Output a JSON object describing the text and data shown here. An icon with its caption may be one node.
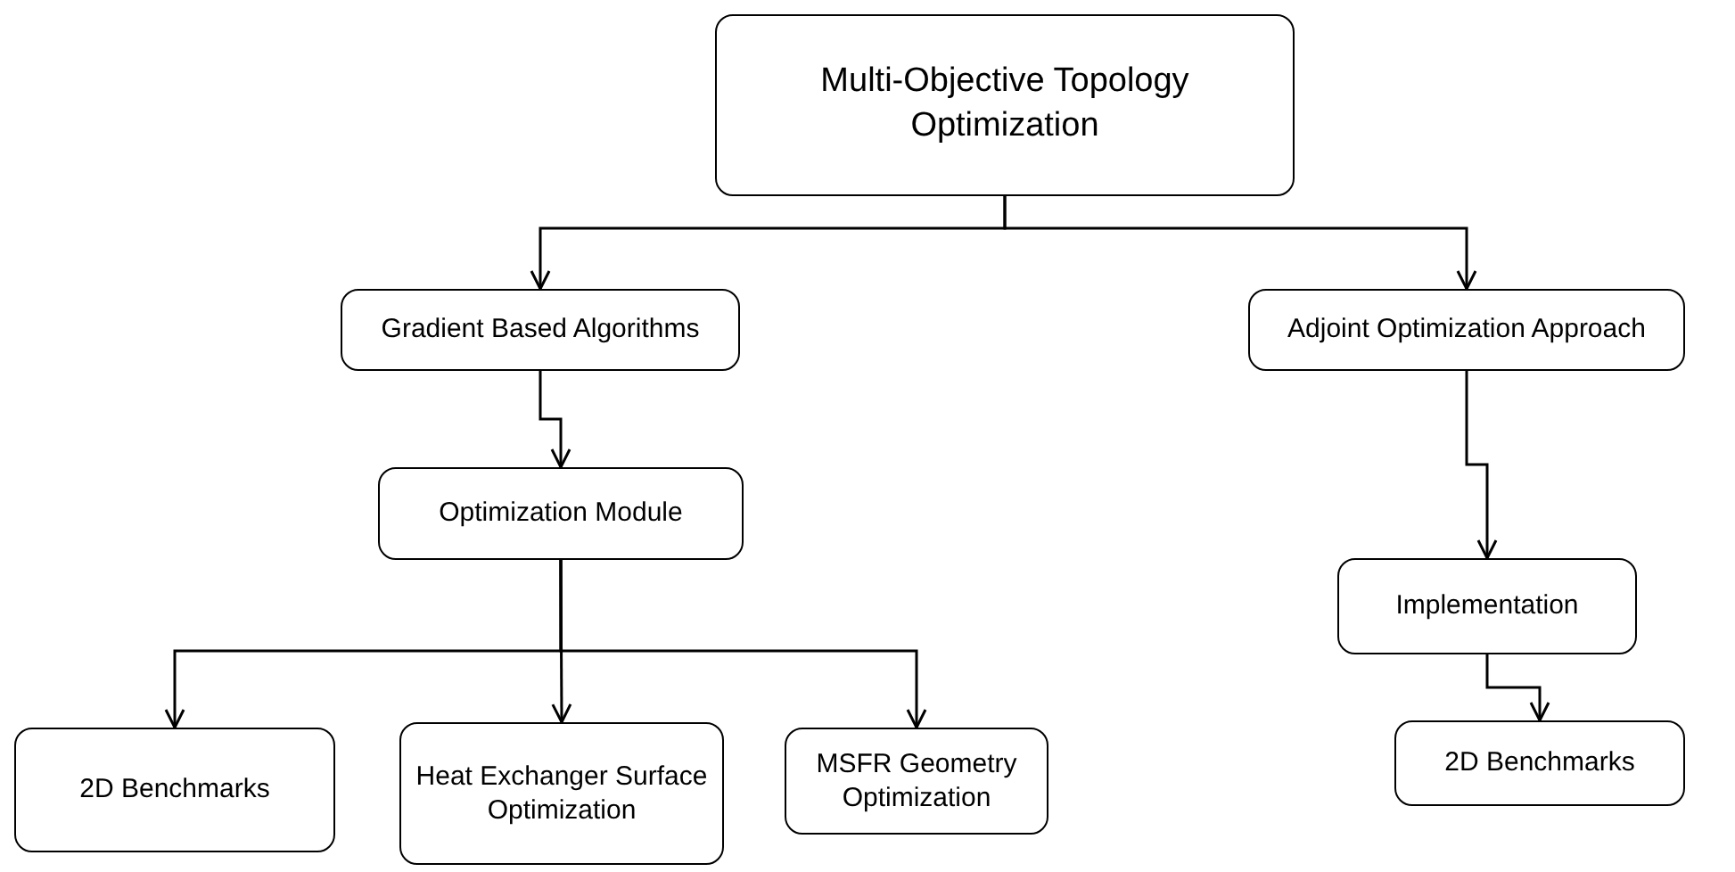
{
  "diagram": {
    "nodes": [
      {
        "text": [
          "Multi-Objective Topology Optimization"
        ]
      },
      {
        "text": [
          "Gradient Based Algorithms"
        ]
      },
      {
        "text": [
          "Adjoint Optimization Approach"
        ]
      },
      {
        "text": [
          "Optimization Module"
        ]
      },
      {
        "text": [
          "Implementation"
        ]
      },
      {
        "text": [
          "2D Benchmarks"
        ]
      },
      {
        "text": [
          "Heat Exchanger Surface Optimization"
        ]
      },
      {
        "text": [
          "MSFR Geometry Optimization"
        ]
      },
      {
        "text": [
          "2D Benchmarks"
        ]
      }
    ],
    "edges": [
      {
        "from": 0,
        "to": 1,
        "arrow": "to"
      },
      {
        "from": 0,
        "to": 2,
        "arrow": "to"
      },
      {
        "from": 1,
        "to": 3,
        "arrow": "to"
      },
      {
        "from": 3,
        "to": 5,
        "arrow": "to"
      },
      {
        "from": 3,
        "to": 6,
        "arrow": "to"
      },
      {
        "from": 3,
        "to": 7,
        "arrow": "to"
      },
      {
        "from": 2,
        "to": 4,
        "arrow": "to"
      },
      {
        "from": 4,
        "to": 8,
        "arrow": "to"
      }
    ]
  }
}
